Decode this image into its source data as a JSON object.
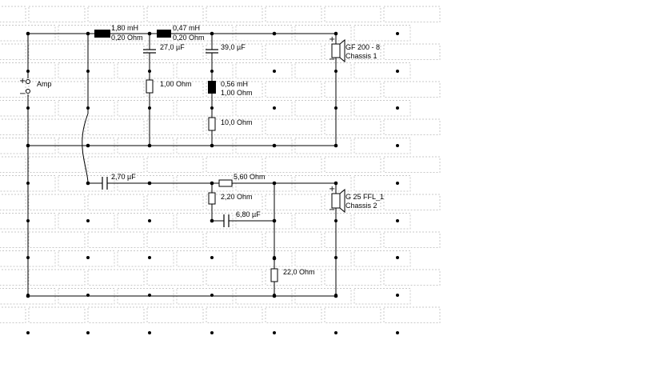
{
  "source": {
    "name": "Amp",
    "plus": "+",
    "minus": "−"
  },
  "components": {
    "l1": {
      "value": "1,80 mH",
      "resistance": "0,20 Ohm"
    },
    "l2": {
      "value": "0,47 mH",
      "resistance": "0,20 Ohm"
    },
    "c1": {
      "value": "27,0 µF"
    },
    "c2": {
      "value": "39,0 µF"
    },
    "r1": {
      "value": "1,00 Ohm"
    },
    "l3": {
      "value": "0,56 mH",
      "resistance": "1,00 Ohm"
    },
    "r2": {
      "value": "10,0 Ohm"
    },
    "c3": {
      "value": "2,70 µF"
    },
    "r3": {
      "value": "5,60 Ohm"
    },
    "r4": {
      "value": "2,20 Ohm"
    },
    "c4": {
      "value": "6,80 µF"
    },
    "r5": {
      "value": "22,0 Ohm"
    }
  },
  "speakers": [
    {
      "model": "GF 200 - 8",
      "chassis": "Chassis 1",
      "plus": "+",
      "minus": "−"
    },
    {
      "model": "G 25 FFL_1",
      "chassis": "Chassis 2",
      "plus": "+",
      "minus": "−"
    }
  ],
  "colors": {
    "wire": "#000000",
    "grid_dot": "#000000",
    "dashed_grid": "#c8c8c8",
    "inductor_fill": "#000000"
  }
}
